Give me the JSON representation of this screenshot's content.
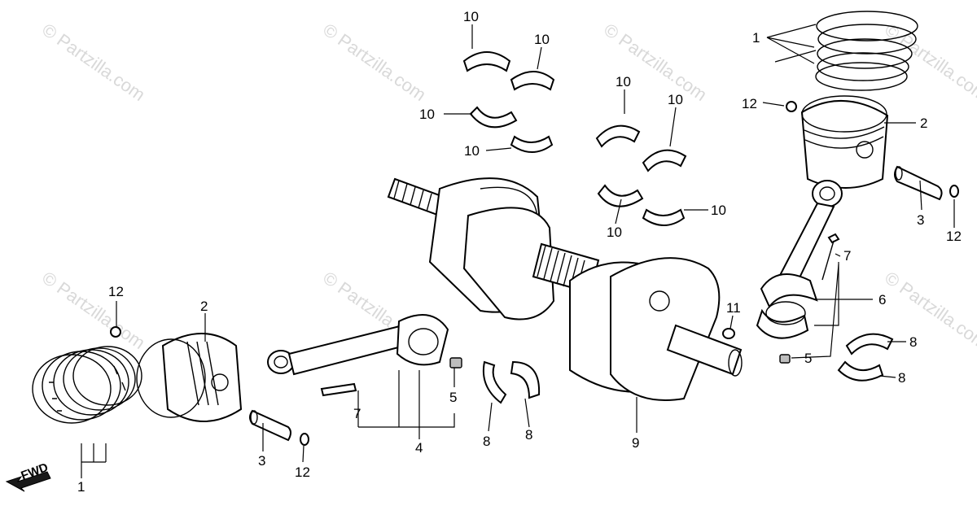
{
  "watermark": "© Partzilla.com",
  "fwd_label": "FWD",
  "callouts": {
    "c1a": "1",
    "c1b": "1",
    "c2a": "2",
    "c2b": "2",
    "c3a": "3",
    "c3b": "3",
    "c4": "4",
    "c5a": "5",
    "c5b": "5",
    "c6": "6",
    "c7a": "7",
    "c7b": "7",
    "c8a": "8",
    "c8b": "8",
    "c8c": "8",
    "c8d": "8",
    "c9": "9",
    "c10a": "10",
    "c10b": "10",
    "c10c": "10",
    "c10d": "10",
    "c10e": "10",
    "c10f": "10",
    "c10g": "10",
    "c10h": "10",
    "c11": "11",
    "c12a": "12",
    "c12b": "12",
    "c12c": "12",
    "c12d": "12"
  }
}
